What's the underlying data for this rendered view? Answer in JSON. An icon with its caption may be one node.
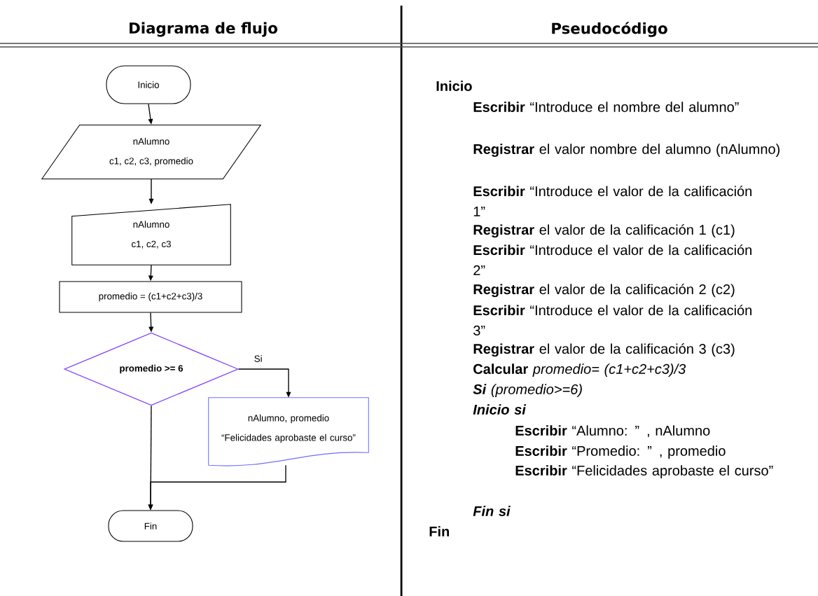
{
  "diagram": {
    "nodes": [
      {
        "text": [
          "Inicio"
        ]
      },
      {
        "text": [
          "nAlumno",
          "c1, c2, c3, promedio"
        ]
      },
      {
        "text": [
          "nAlumno",
          "c1, c2, c3"
        ]
      },
      {
        "text": [
          "promedio = (c1+c2+c3)/3"
        ]
      },
      {
        "text": [
          "promedio >= 6"
        ]
      },
      {
        "text": [
          "nAlumno, promedio",
          "“Felicidades aprobaste el curso”"
        ]
      },
      {
        "text": [
          "Fin"
        ]
      }
    ],
    "edges": [
      {
        "from": 0,
        "to": 1,
        "arrow": "to"
      },
      {
        "from": 1,
        "to": 2,
        "arrow": "to"
      },
      {
        "from": 2,
        "to": 3,
        "arrow": "to"
      },
      {
        "from": 3,
        "to": 4,
        "arrow": "to"
      },
      {
        "from": 4,
        "to": 5,
        "arrow": "to",
        "label": "Si"
      },
      {
        "from": 4,
        "to": 6,
        "arrow": "to"
      },
      {
        "from": 5,
        "to": 6,
        "arrow": "to"
      }
    ],
    "labels": [
      "Diagrama de flujo",
      "Pseudocódigo",
      "Inicio",
      "**Escribir** “Introduce el nombre del alumno”",
      "**Registrar** el valor nombre del alumno (nAlumno)",
      "**Escribir** “Introduce el valor de la calificación 1”",
      "**Registrar** el valor de la calificación 1 (c1)",
      "**Escribir** “Introduce el valor de la calificación 2”",
      "**Registrar** el valor de la calificación 2 (c2)",
      "**Escribir** “Introduce el valor de la calificación 3”",
      "**Registrar** el valor de la calificación 3 (c3)",
      "**Calcular** *promedio= (c1+c2+c3)/3*",
      "**Si** (promedio>=6)",
      "Inicio si",
      "**Escribir** “Alumno:  ” ,  nAlumno",
      "**Escribir** “Promedio: ” ,  promedio",
      "**Escribir** “Felicidades aprobaste el curso”",
      "Fin si",
      "Fin"
    ]
  }
}
